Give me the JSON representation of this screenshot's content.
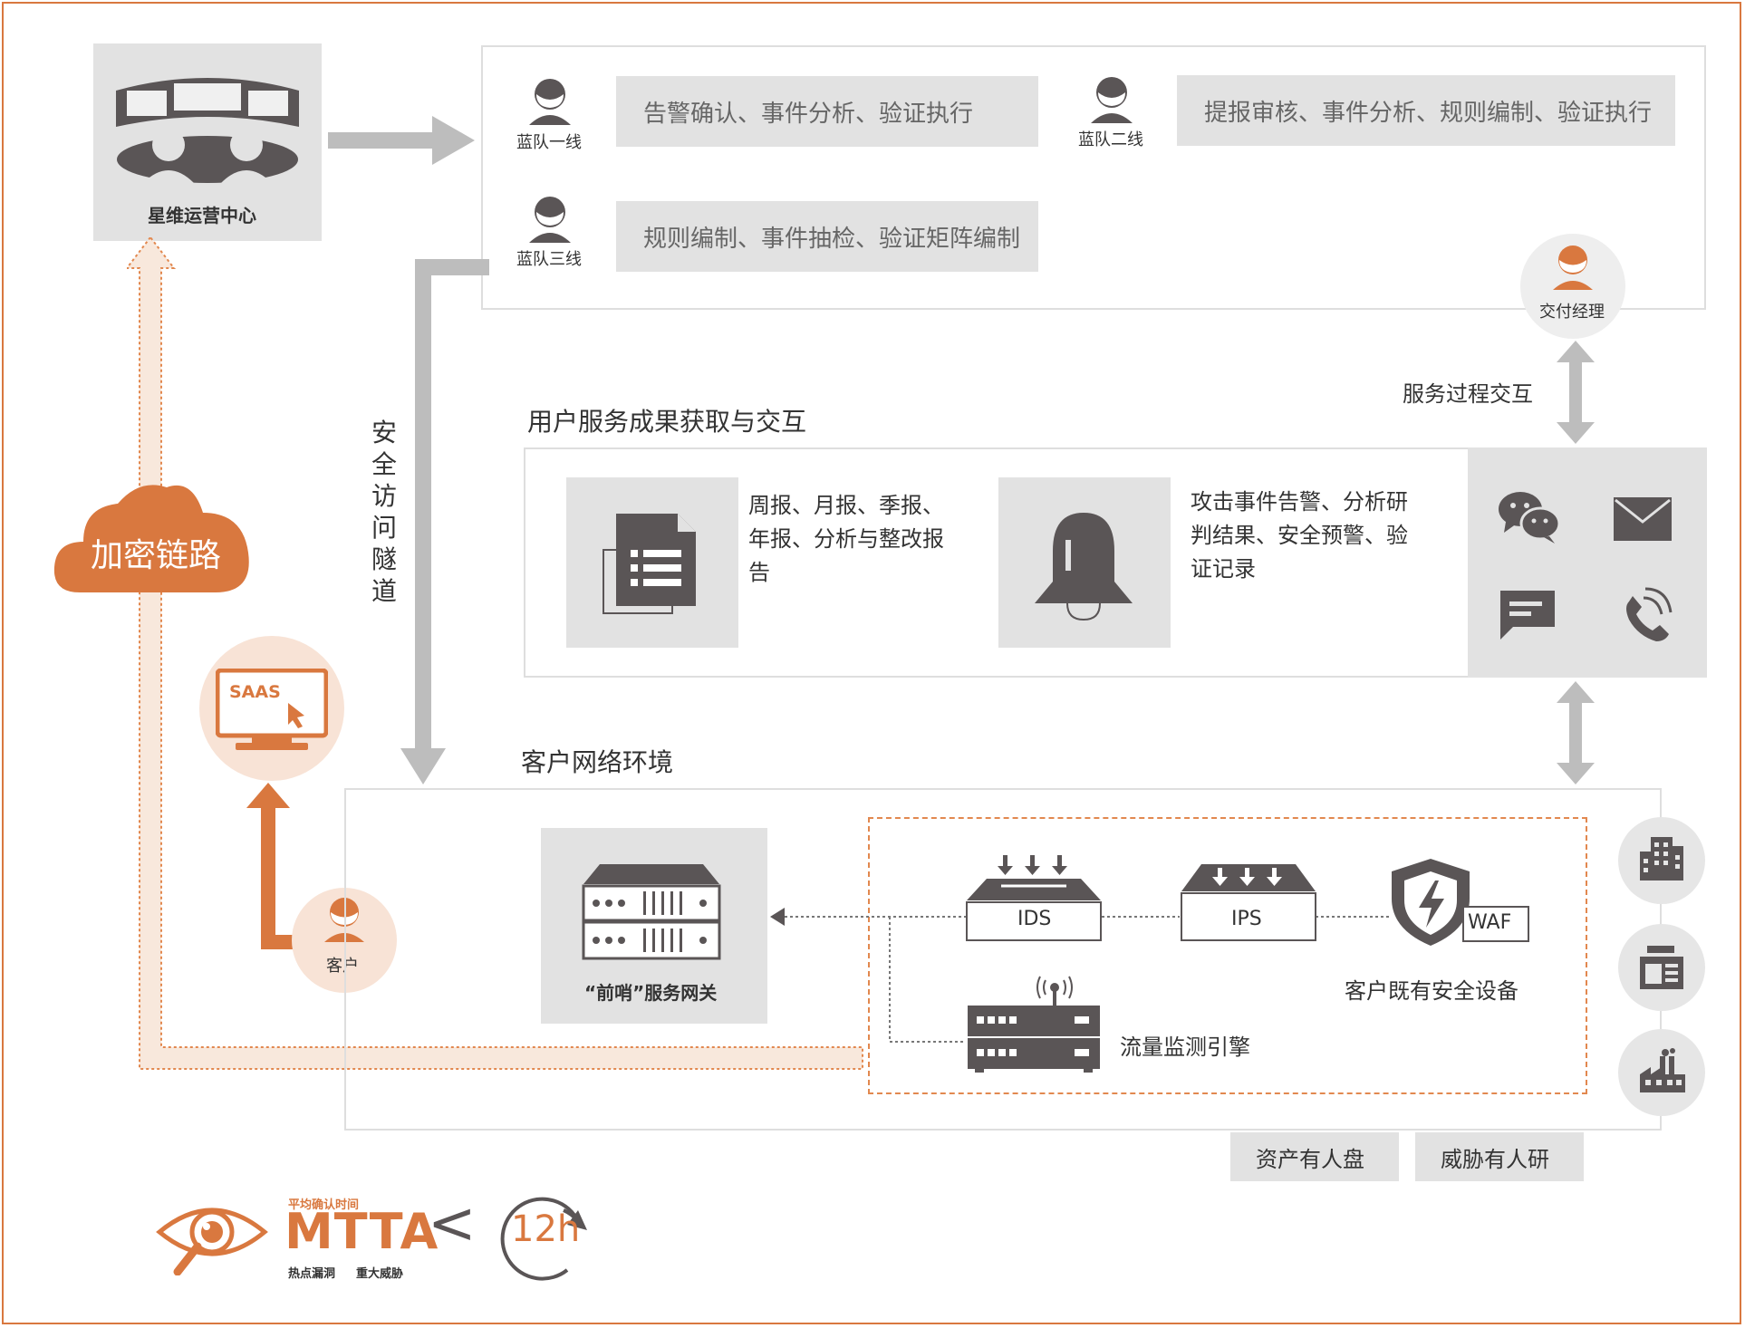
{
  "ops_center": {
    "label": "星维运营中心"
  },
  "teams": {
    "line1": {
      "label": "蓝队一线",
      "duties": "告警确认、事件分析、验证执行"
    },
    "line2": {
      "label": "蓝队二线",
      "duties": "提报审核、事件分析、规则编制、验证执行"
    },
    "line3": {
      "label": "蓝队三线",
      "duties": "规则编制、事件抽检、验证矩阵编制"
    },
    "manager": {
      "label": "交付经理"
    }
  },
  "interaction": {
    "label": "服务过程交互"
  },
  "tunnel": {
    "label_chars": [
      "安",
      "全",
      "访",
      "问",
      "隧",
      "道"
    ]
  },
  "encrypt": {
    "label": "加密链路"
  },
  "user_service": {
    "title": "用户服务成果获取与交互",
    "reports": {
      "line1": "周报、月报、季报、",
      "line2": "年报、分析与整改报",
      "line3": "告"
    },
    "alerts": {
      "line1": "攻击事件告警、分析研",
      "line2": "判结果、安全预警、验",
      "line3": "证记录"
    }
  },
  "saas": {
    "label": "SAAS"
  },
  "customer": {
    "label": "客户"
  },
  "network": {
    "title": "客户网络环境",
    "gateway": {
      "label": "“前哨”服务网关"
    },
    "ids": {
      "label": "IDS"
    },
    "ips": {
      "label": "IPS"
    },
    "waf": {
      "label": "WAF"
    },
    "existing": {
      "label": "客户既有安全设备"
    },
    "traffic": {
      "label": "流量监测引擎"
    }
  },
  "tags": {
    "assets": "资产有人盘",
    "threats": "威胁有人研"
  },
  "mtta": {
    "subtitle": "平均确认时间",
    "label": "MTTA",
    "lt": "<",
    "value": "12h",
    "caption1": "热点漏洞",
    "caption2": "重大威胁"
  },
  "colors": {
    "accent": "#d9783f",
    "gray_box": "#e2e2e2",
    "dark_icon": "#5a5556",
    "arrow_gray": "#bdbdbd"
  }
}
